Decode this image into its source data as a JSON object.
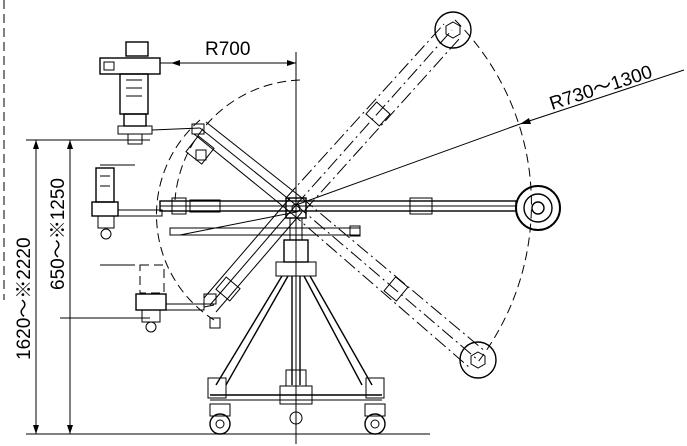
{
  "dimensions": {
    "radius_short": "R700",
    "radius_range": "R730～1300",
    "height_total": "1620～※2220",
    "height_pivot": "650～※1250"
  }
}
